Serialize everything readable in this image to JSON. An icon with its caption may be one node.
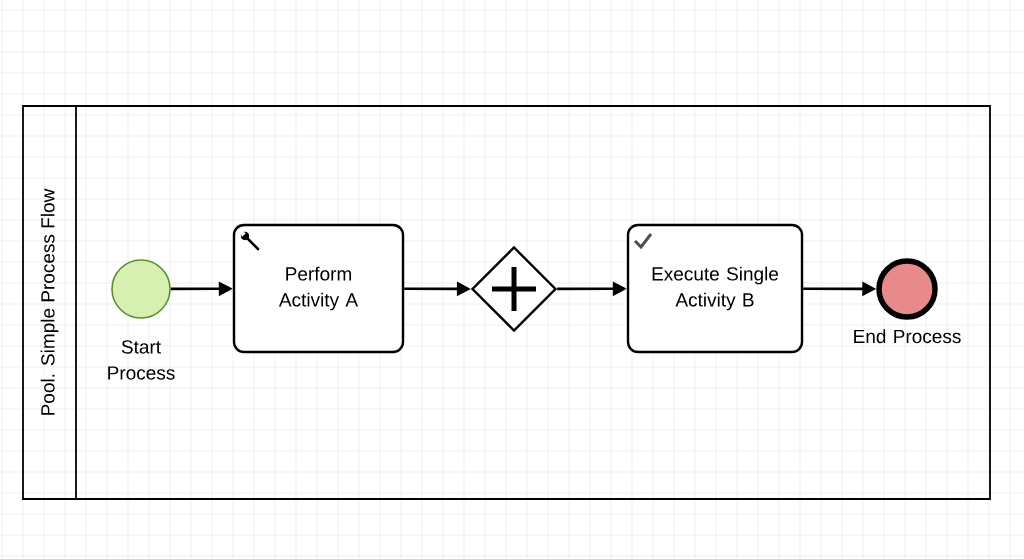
{
  "diagram": {
    "nodes": [
      {
        "text": [
          "Pool. Simple Process Flow"
        ]
      },
      {
        "text": [],
        "shape": "circle",
        "beside": [
          "Start Process"
        ],
        "in": 0
      },
      {
        "text": [
          "Perform Activity A"
        ],
        "in": 0
      },
      {
        "text": [],
        "shape": "diamond",
        "in": 0
      },
      {
        "text": [
          "Execute Single Activity B"
        ],
        "in": 0
      },
      {
        "text": [],
        "shape": "circle",
        "beside": [
          "End Process"
        ],
        "in": 0
      }
    ],
    "edges": [
      {
        "from": 1,
        "to": 2,
        "arrow": "to"
      },
      {
        "from": 2,
        "to": 3,
        "arrow": "to"
      },
      {
        "from": 3,
        "to": 4,
        "arrow": "to"
      },
      {
        "from": 4,
        "to": 5,
        "arrow": "to"
      }
    ]
  }
}
